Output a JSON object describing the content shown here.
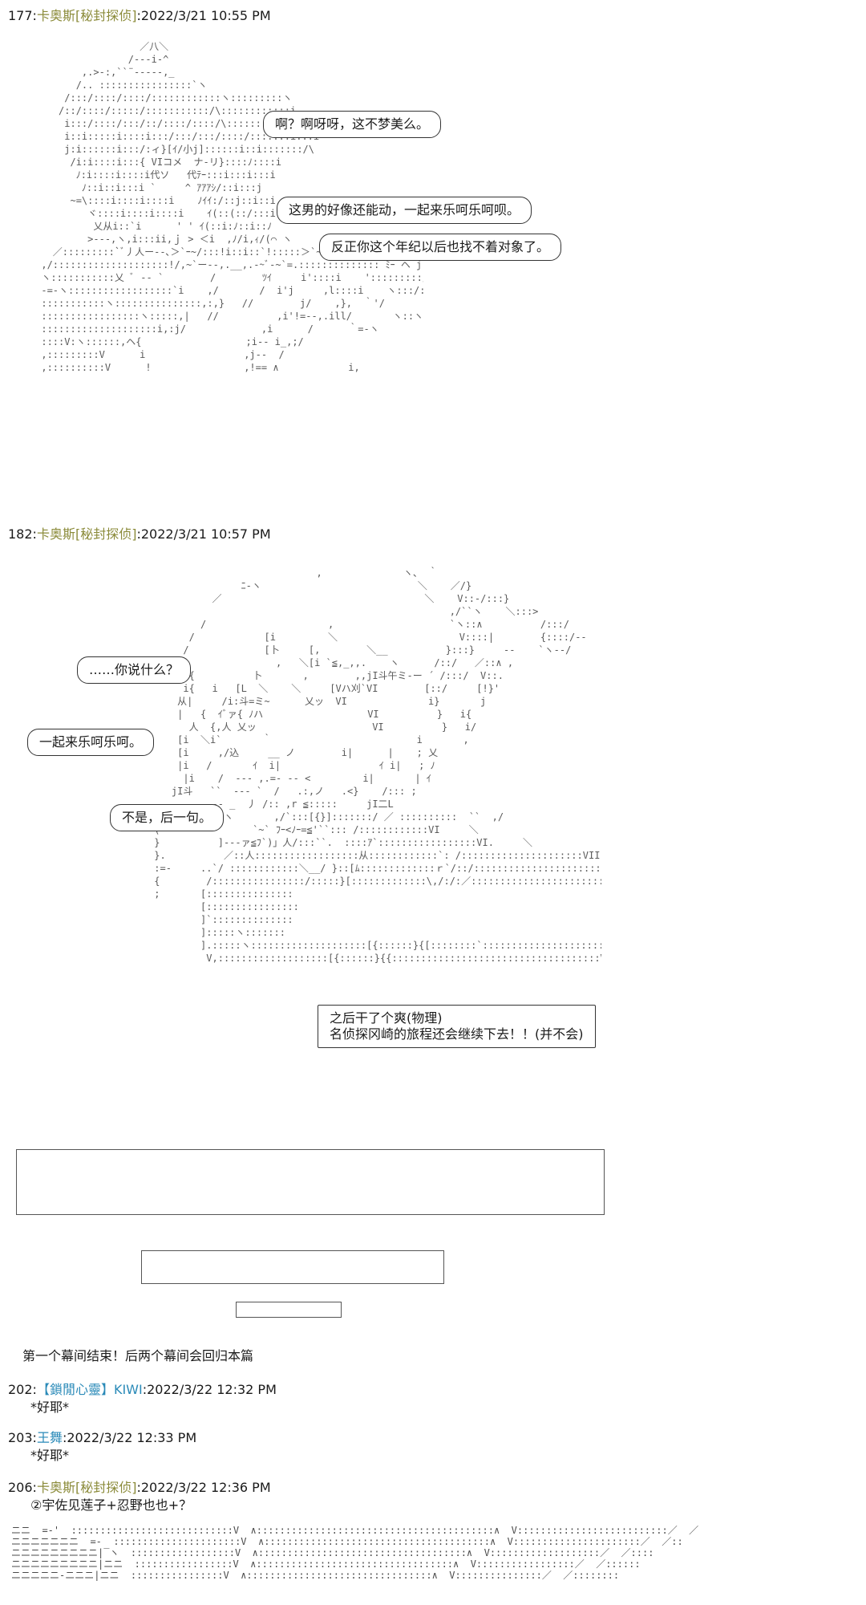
{
  "posts": [
    {
      "num": "177:",
      "name": "卡奥斯",
      "tag": "[秘封探侦]",
      "time": ":2022/3/21 10:55 PM"
    },
    {
      "num": "182:",
      "name": "卡奥斯",
      "tag": "[秘封探侦]",
      "time": ":2022/3/21 10:57 PM"
    },
    {
      "num": "202:",
      "name": "【鎖閒心靈】",
      "tag": "KIWI",
      "time": ":2022/3/22 12:32 PM",
      "body": "*好耶*"
    },
    {
      "num": "203:",
      "name": "王舞",
      "tag": "",
      "time": ":2022/3/22 12:33 PM",
      "body": "*好耶*"
    },
    {
      "num": "206:",
      "name": "卡奥斯",
      "tag": "[秘封探侦]",
      "time": ":2022/3/22 12:36 PM",
      "body": "②宇佐见莲子+忍野也也+？"
    }
  ],
  "scene1": {
    "bubble1": "啊？啊呀呀，这不梦美么。",
    "bubble2": "这男的好像还能动，一起来乐呵乐呵呗。",
    "bubble3": "反正你这个年纪以后也找不着对象了。"
  },
  "scene2": {
    "bubble1": "……你说什么？",
    "bubble2": "一起来乐呵乐呵。",
    "bubble3": "不是，后一句。",
    "narration_line1": "之后干了个爽(物理)",
    "narration_line2": "名侦探冈崎的旅程还会继续下去！！(并不会)"
  },
  "caption": "第一个幕间结束！后两个幕间会回归本篇"
}
